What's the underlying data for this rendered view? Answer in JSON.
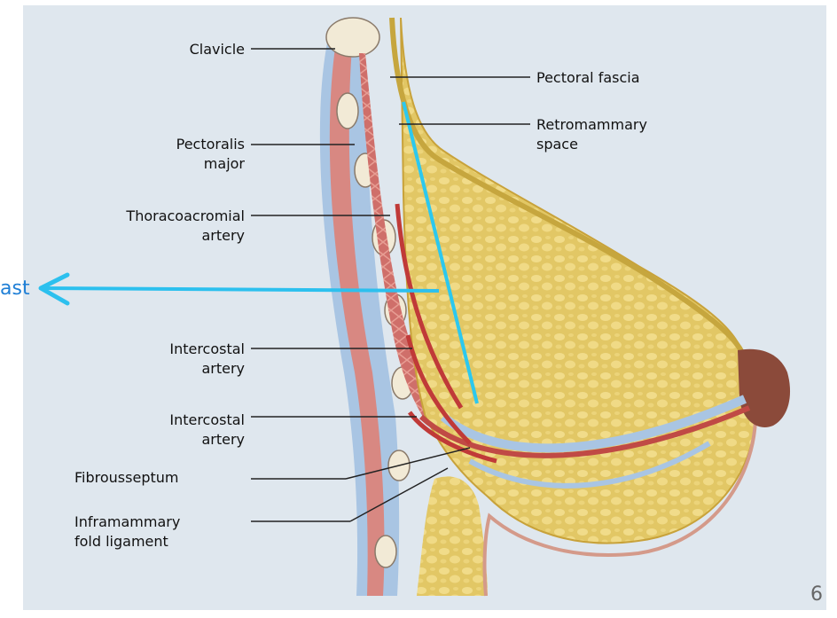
{
  "labels": {
    "clavicle": "Clavicle",
    "pectoralis_major": [
      "Pectoralis",
      "major"
    ],
    "thoracoacromial_artery": [
      "Thoracoacromial",
      "artery"
    ],
    "intercostal_artery_1": [
      "Intercostal",
      "artery"
    ],
    "intercostal_artery_2": [
      "Intercostal",
      "artery"
    ],
    "fibrousseptum": "Fibrousseptum",
    "inframammary_fold_ligament": [
      "Inframammary",
      "fold ligament"
    ],
    "pectoral_fascia": "Pectoral fascia",
    "retromammary_space": [
      "Retromammary",
      "space"
    ]
  },
  "callout": {
    "text": "ast",
    "color": "#1f9fe0"
  },
  "page_number": "6"
}
